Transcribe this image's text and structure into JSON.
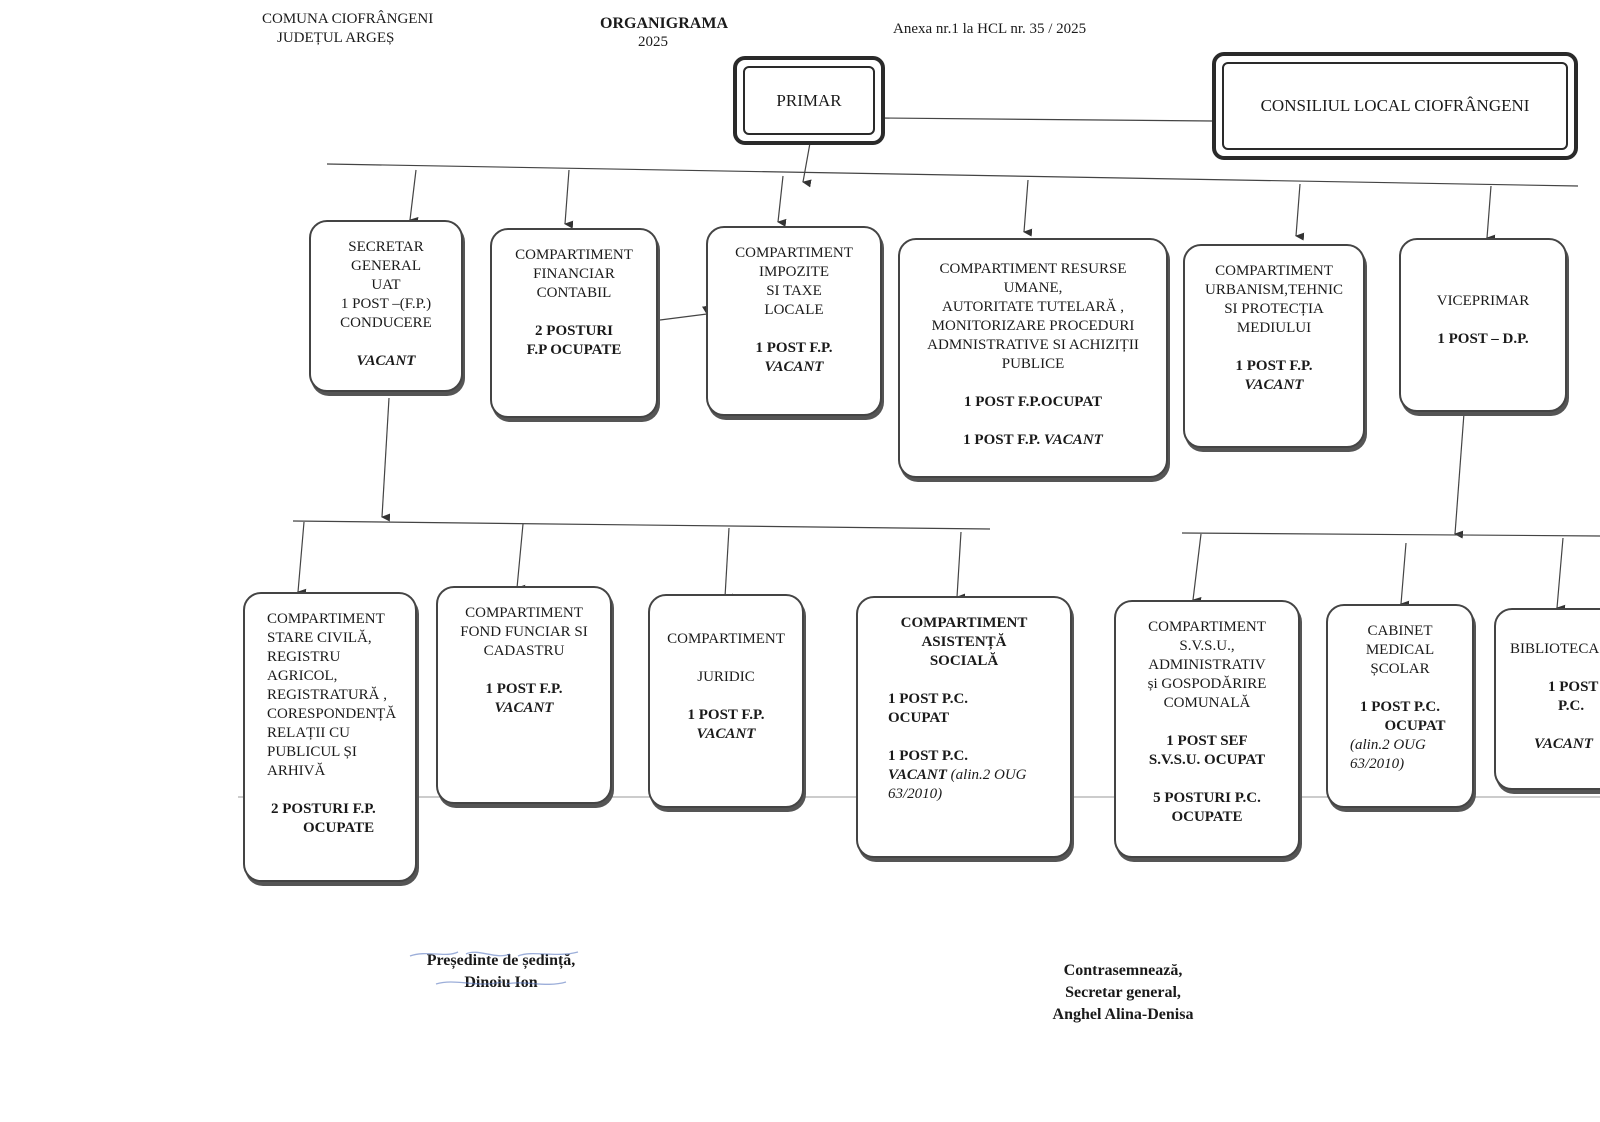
{
  "header": {
    "commune_line1": "COMUNA  CIOFRÂNGENI",
    "commune_line2": "JUDEȚUL ARGEȘ",
    "title": "ORGANIGRAMA",
    "year": "2025",
    "annex": "Anexa nr.1  la HCL nr. 35  / 2025"
  },
  "top": {
    "primar": "PRIMAR",
    "consiliu": "CONSILIUL LOCAL CIOFRÂNGENI"
  },
  "row1": {
    "secretar": {
      "l1": "SECRETAR",
      "l2": "GENERAL",
      "l3": "UAT",
      "l4": "1 POST –(F.P.)",
      "l5": "CONDUCERE",
      "status": "VACANT"
    },
    "financiar": {
      "l1": "COMPARTIMENT",
      "l2": "FINANCIAR",
      "l3": "CONTABIL",
      "p1": "2 POSTURI",
      "p2": "F.P OCUPATE"
    },
    "impozite": {
      "l1": "COMPARTIMENT",
      "l2": "IMPOZITE",
      "l3": "SI TAXE",
      "l4": "LOCALE",
      "p1": "1 POST F.P.",
      "status": "VACANT"
    },
    "resurse": {
      "l1": "COMPARTIMENT RESURSE",
      "l2": "UMANE,",
      "l3": "AUTORITATE TUTELARĂ ,",
      "l4": "MONITORIZARE PROCEDURI",
      "l5": "ADMNISTRATIVE SI  ACHIZIȚII",
      "l6": "PUBLICE",
      "p1": "1 POST F.P.OCUPAT",
      "p2a": "1 POST F.P. ",
      "p2b": "VACANT"
    },
    "urbanism": {
      "l1": "COMPARTIMENT",
      "l2": "URBANISM,TEHNIC",
      "l3": "SI PROTECȚIA",
      "l4": "MEDIULUI",
      "p1": "1 POST F.P.",
      "status": "VACANT"
    },
    "viceprimar": {
      "l1": "VICEPRIMAR",
      "p1": "1 POST – D.P."
    }
  },
  "row2": {
    "stare_civila": {
      "l1": "COMPARTIMENT",
      "l2": "STARE CIVILĂ,",
      "l3": "REGISTRU",
      "l4": "AGRICOL,",
      "l5": "REGISTRATURĂ ,",
      "l6": "CORESPONDENȚĂ",
      "l7": "RELAȚII CU",
      "l8": "PUBLICUL    ȘI",
      "l9": "ARHIVĂ",
      "p1": "2 POSTURI F.P.",
      "p2": "OCUPATE"
    },
    "fond_funciar": {
      "l1": "COMPARTIMENT",
      "l2": "FOND FUNCIAR SI",
      "l3": "CADASTRU",
      "p1": "1 POST F.P.",
      "status": "VACANT"
    },
    "juridic": {
      "l1": "COMPARTIMENT",
      "l2": "JURIDIC",
      "p1": "1 POST F.P.",
      "status": "VACANT"
    },
    "asistenta": {
      "l1": "COMPARTIMENT",
      "l2": "ASISTENȚĂ",
      "l3": "SOCIALĂ",
      "p1": "1 POST P.C.",
      "p2": "OCUPAT",
      "p3": "1  POST  P.C.",
      "p4a": "VACANT",
      "p4b": "  (alin.2 OUG",
      "p5": "63/2010)"
    },
    "svsu": {
      "l1": "COMPARTIMENT",
      "l2": "S.V.S.U.,",
      "l3": "ADMINISTRATIV",
      "l4": "și GOSPODĂRIRE",
      "l5": "COMUNALĂ",
      "p1": "1 POST SEF",
      "p2": "S.V.S.U. OCUPAT",
      "p3": "5 POSTURI  P.C.",
      "p4": "OCUPATE"
    },
    "cabinet": {
      "l1": "CABINET",
      "l2": "MEDICAL",
      "l3": "ȘCOLAR",
      "p1": "1 POST P.C.",
      "p2": "OCUPAT",
      "p3": "(alin.2 OUG",
      "p4": "63/2010)"
    },
    "biblioteca": {
      "l1": "BIBLIOTECA",
      "p1": "1 POST",
      "p2": "P.C.",
      "status": "VACANT"
    }
  },
  "signatures": {
    "left_l1": "Președinte de ședință,",
    "left_l2": "Dinoiu Ion",
    "right_l1": "Contrasemnează,",
    "right_l2": "Secretar general,",
    "right_l3": "Anghel Alina-Denisa"
  }
}
